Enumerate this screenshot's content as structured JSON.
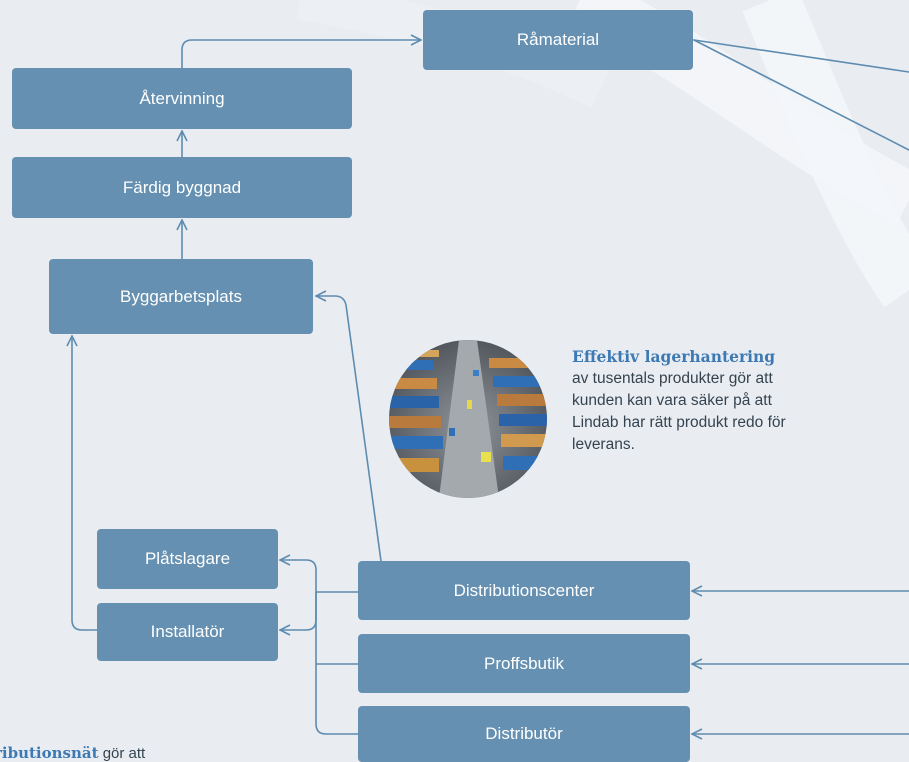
{
  "nodes": {
    "ramaterial": "Råmaterial",
    "atervinning": "Återvinning",
    "fardig_byggnad": "Färdig byggnad",
    "byggarbetsplats": "Byggarbetsplats",
    "platslagare": "Plåtslagare",
    "installator": "Installatör",
    "distributionscenter": "Distributionscenter",
    "proffsbutik": "Proffsbutik",
    "distributor": "Distributör"
  },
  "caption": {
    "highlight": "Effektiv lagerhantering",
    "body": "av tusentals produkter gör att kunden kan vara säker på att Lindab har rätt produkt redo för leverans."
  },
  "footnote": {
    "highlight": "ributionsnät",
    "rest": " gör att"
  },
  "colors": {
    "node": "#6590b1",
    "line": "#5e8cb0",
    "background": "#e9edf2",
    "highlight": "#3d79b3"
  },
  "photo": {
    "icon": "warehouse-photo"
  }
}
